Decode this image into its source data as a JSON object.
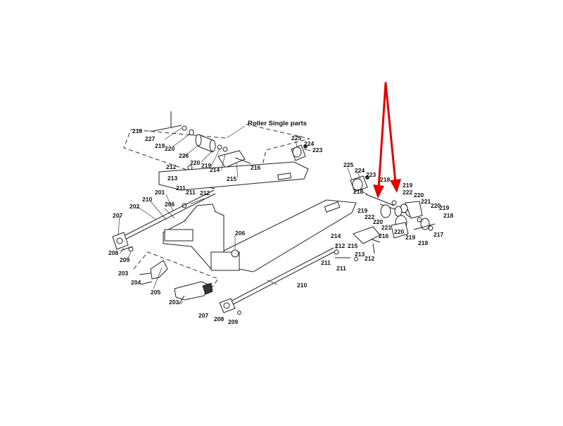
{
  "callout_title": "Roller Single parts",
  "part_numbers": {
    "p201": "201",
    "p202": "202",
    "p203": "203",
    "p204": "204",
    "p205": "205",
    "p206": "206",
    "p207": "207",
    "p208": "208",
    "p209": "209",
    "p210": "210",
    "p211": "211",
    "p212": "212",
    "p213": "213",
    "p214": "214",
    "p215": "215",
    "p216": "216",
    "p217": "217",
    "p218": "218",
    "p219": "219",
    "p220": "220",
    "p221": "221",
    "p222": "222",
    "p223": "223",
    "p224": "224",
    "p225": "225",
    "p226": "226",
    "p227": "227"
  },
  "colors": {
    "line": "#222222",
    "arrow": "#e00000",
    "background": "#ffffff"
  }
}
